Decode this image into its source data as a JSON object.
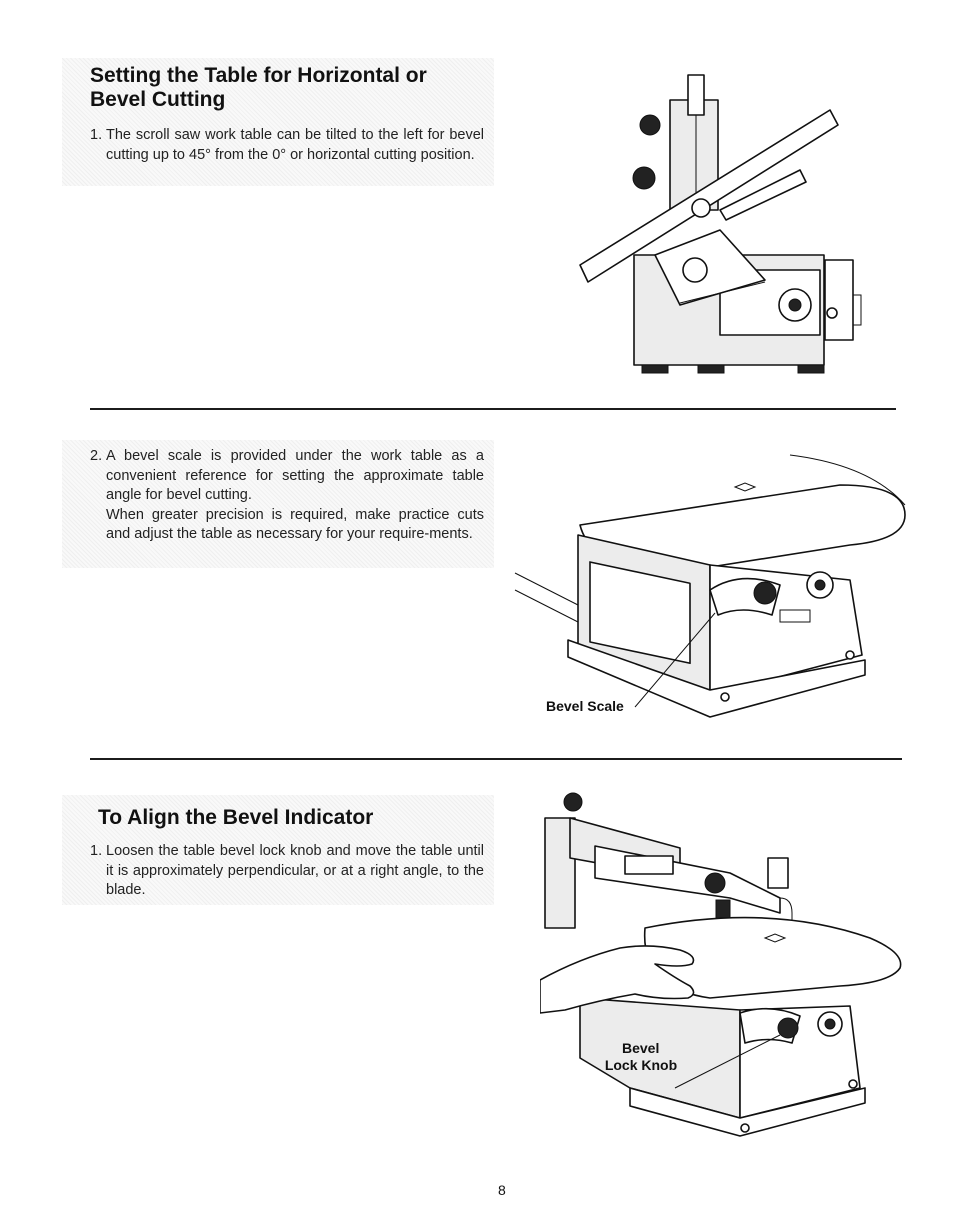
{
  "section1": {
    "title_line1": "Setting the Table for Horizontal or",
    "title_line2": "Bevel Cutting",
    "step_num": "1.",
    "step_text": "The scroll saw work table can be tilted to the left for bevel cutting up to 45° from the 0° or horizontal cutting position."
  },
  "section2": {
    "step_num": "2.",
    "step_text": "A bevel scale is provided under the work table as a convenient reference for setting the approximate table angle for bevel cutting.",
    "step_text_2": "When greater precision is required, make practice cuts and adjust the table as necessary for your require-ments.",
    "figure_label": "Bevel Scale"
  },
  "section3": {
    "title": "To Align the Bevel Indicator",
    "step_num": "1.",
    "step_text": "Loosen the table bevel lock knob and move the table until it is approximately perpendicular, or at a right angle, to the blade.",
    "figure_label_line1": "Bevel",
    "figure_label_line2": "Lock Knob"
  },
  "page_number": "8"
}
